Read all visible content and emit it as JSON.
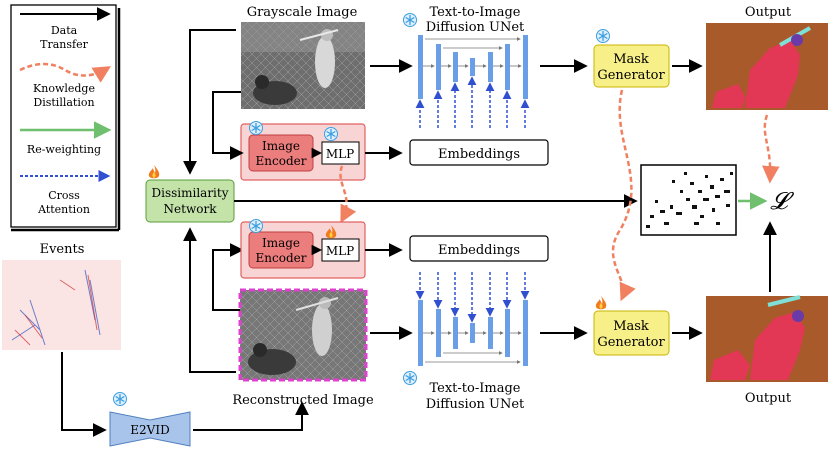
{
  "legend": {
    "items": [
      {
        "label_1": "Data",
        "label_2": "Transfer",
        "color": "#000000",
        "style": "solid"
      },
      {
        "label_1": "Knowledge",
        "label_2": "Distillation",
        "color": "#f08060",
        "style": "dashed"
      },
      {
        "label_1": "Re-weighting",
        "label_2": "",
        "color": "#6fbf6f",
        "style": "solid"
      },
      {
        "label_1": "Cross",
        "label_2": "Attention",
        "color": "#3050d0",
        "style": "dotted"
      }
    ]
  },
  "labels": {
    "grayscale_image": "Grayscale Image",
    "unet_top_1": "Text-to-Image",
    "unet_top_2": "Diffusion UNet",
    "unet_bottom_1": "Text-to-Image",
    "unet_bottom_2": "Diffusion UNet",
    "output_top": "Output",
    "output_bottom": "Output",
    "events": "Events",
    "reconstructed_image": "Reconstructed Image"
  },
  "blocks": {
    "mask_generator_top_1": "Mask",
    "mask_generator_top_2": "Generator",
    "mask_generator_bottom_1": "Mask",
    "mask_generator_bottom_2": "Generator",
    "image_encoder_top_1": "Image",
    "image_encoder_top_2": "Encoder",
    "image_encoder_bottom_1": "Image",
    "image_encoder_bottom_2": "Encoder",
    "mlp_top": "MLP",
    "mlp_bottom": "MLP",
    "embeddings_top": "Embeddings",
    "embeddings_bottom": "Embeddings",
    "dissimilarity_1": "Dissimilarity",
    "dissimilarity_2": "Network",
    "e2vid": "E2VID",
    "loss_symbol": "𝓛"
  },
  "colors": {
    "encoder_panel": "#f9d4d4",
    "encoder_block": "#ec7d7d",
    "mask_generator": "#f7ef88",
    "dissimilarity": "#c3e3a9",
    "e2vid": "#a9c4ea",
    "unet_bar": "#6a9ee6",
    "reconstructed_border": "#e040d0",
    "segment": "#e8335a",
    "output_bg": "#a85a2a",
    "frozen_icon": "#3a9ee0",
    "trainable_icon": "#f07a20"
  },
  "icons": {
    "frozen": "snowflake-icon",
    "trainable": "flame-icon"
  }
}
